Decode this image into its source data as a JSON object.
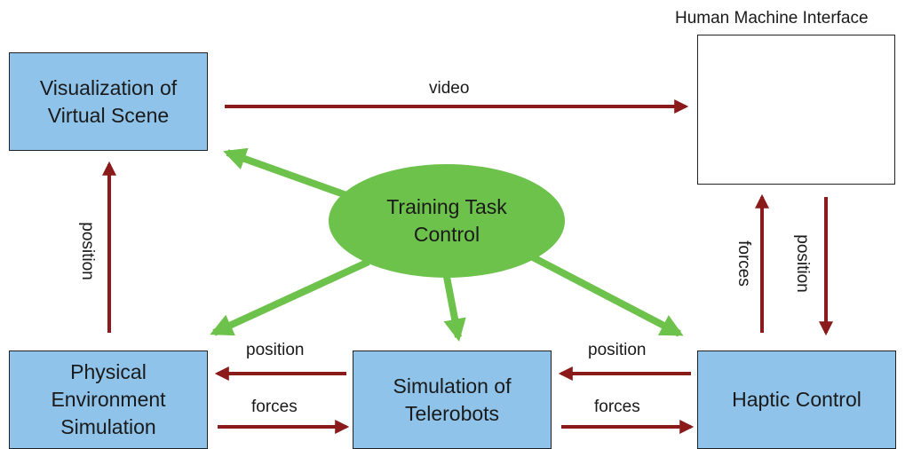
{
  "hmi_title": "Human Machine Interface",
  "boxes": {
    "visualization": "Visualization of\nVirtual Scene",
    "physical": "Physical\nEnvironment\nSimulation",
    "telerobots": "Simulation of\nTelerobots",
    "haptic": "Haptic Control"
  },
  "center": "Training Task\nControl",
  "labels": {
    "video": "video",
    "position_left": "position",
    "position_bottom_left": "position",
    "forces_bottom_left": "forces",
    "position_bottom_right": "position",
    "forces_bottom_right": "forces",
    "forces_right": "forces",
    "position_right": "position"
  },
  "colors": {
    "box_fill": "#8fc3ea",
    "ellipse_fill": "#6cc24a",
    "green_arrow": "#6cc24a",
    "red_arrow": "#8b1a1a"
  }
}
